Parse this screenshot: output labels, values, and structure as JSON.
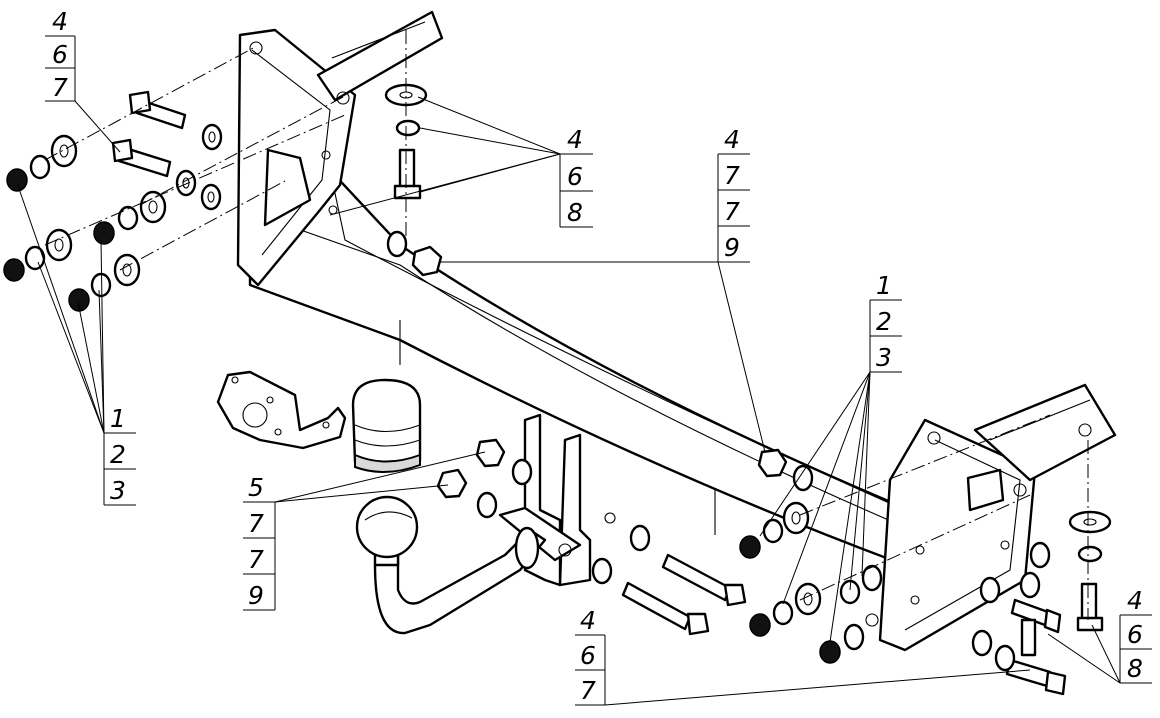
{
  "callouts": [
    {
      "id": "top-left",
      "labels": [
        "4",
        "6",
        "7"
      ]
    },
    {
      "id": "left-nuts",
      "labels": [
        "1",
        "2",
        "3"
      ]
    },
    {
      "id": "top-bolt",
      "labels": [
        "4",
        "6",
        "8"
      ]
    },
    {
      "id": "mid-nut",
      "labels": [
        "4",
        "7",
        "7",
        "9"
      ]
    },
    {
      "id": "right-nuts",
      "labels": [
        "1",
        "2",
        "3"
      ]
    },
    {
      "id": "ball",
      "labels": [
        "5",
        "7",
        "7",
        "9"
      ]
    },
    {
      "id": "bottom-bolts",
      "labels": [
        "4",
        "6",
        "7"
      ]
    },
    {
      "id": "right-bolt",
      "labels": [
        "4",
        "6",
        "8"
      ]
    }
  ]
}
